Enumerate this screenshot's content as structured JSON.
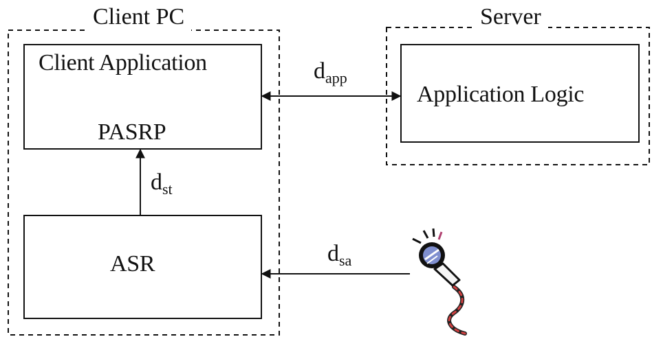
{
  "client_pc": {
    "title": "Client PC",
    "client_app": {
      "title": "Client Application",
      "component": "PASRP"
    },
    "asr": {
      "label": "ASR"
    }
  },
  "server": {
    "title": "Server",
    "app_logic": {
      "label": "Application Logic"
    }
  },
  "connections": {
    "app": {
      "base": "d",
      "sub": "app"
    },
    "st": {
      "base": "d",
      "sub": "st"
    },
    "sa": {
      "base": "d",
      "sub": "sa"
    }
  },
  "icons": {
    "microphone": "microphone-icon"
  },
  "colors": {
    "line": "#111111",
    "mic_head": "#7f8fcf",
    "mic_body": "#f5f5f5",
    "cable": "#222222",
    "cable_accent": "#d04040",
    "sparks": "#b04070"
  }
}
